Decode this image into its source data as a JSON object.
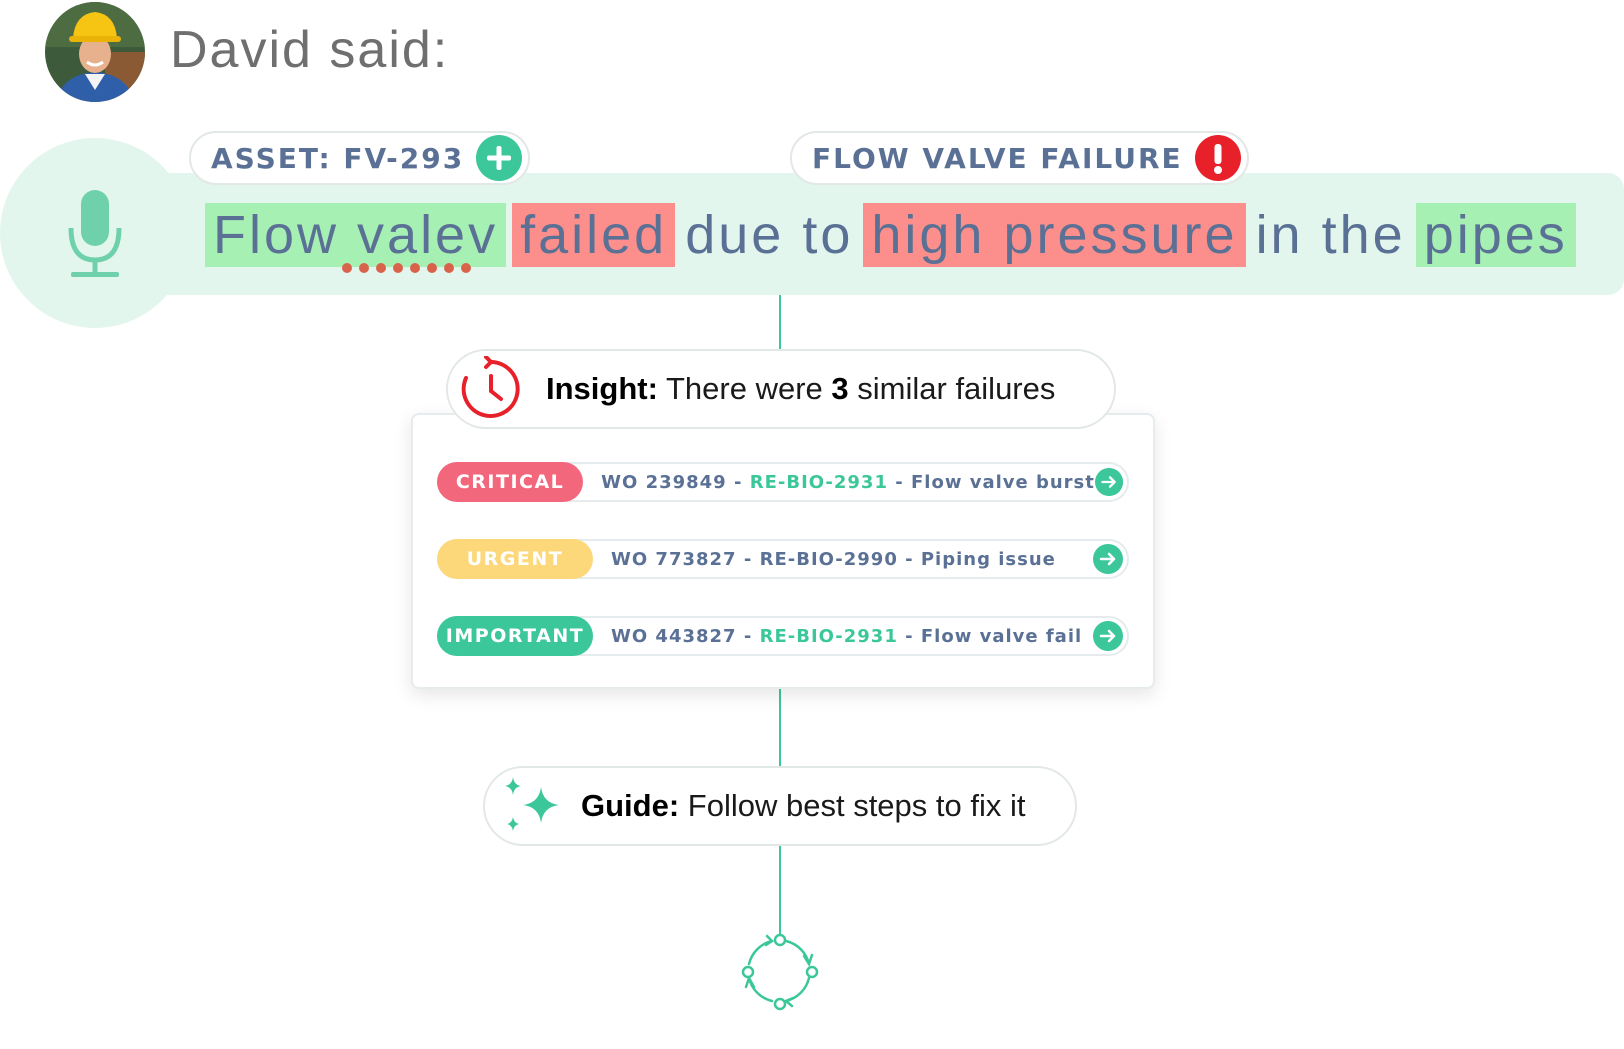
{
  "speaker": {
    "name_line": "David said:",
    "avatar_icon": "worker-avatar"
  },
  "transcript": {
    "mic_icon": "microphone-icon",
    "words": [
      {
        "text": "Flow",
        "highlight": "green"
      },
      {
        "text": "valev",
        "highlight": "green",
        "misspelled": true
      },
      {
        "text": "failed",
        "highlight": "red"
      },
      {
        "text": "due",
        "highlight": "none"
      },
      {
        "text": "to",
        "highlight": "none"
      },
      {
        "text": "high pressure",
        "highlight": "red"
      },
      {
        "text": "in",
        "highlight": "none"
      },
      {
        "text": "the",
        "highlight": "none"
      },
      {
        "text": "pipes",
        "highlight": "green"
      }
    ]
  },
  "tags": {
    "asset": {
      "label": "ASSET: FV-293",
      "icon": "plus-circle-icon"
    },
    "failure": {
      "label": "FLOW VALVE FAILURE",
      "icon": "alert-circle-icon"
    }
  },
  "insight": {
    "icon": "history-clock-icon",
    "label": "Insight:",
    "text_before": "There were",
    "count": "3",
    "text_after": "similar failures",
    "rows": [
      {
        "badge": "CRITICAL",
        "badge_color": "#f3677c",
        "wo": "WO 239849",
        "code": "RE-BIO-2931",
        "code_highlight": true,
        "desc": "Flow valve burst"
      },
      {
        "badge": "URGENT",
        "badge_color": "#fcd87a",
        "wo": "WO 773827",
        "code": "RE-BIO-2990",
        "code_highlight": false,
        "desc": "Piping issue"
      },
      {
        "badge": "IMPORTANT",
        "badge_color": "#3cc79a",
        "wo": "WO 443827",
        "code": "RE-BIO-2931",
        "code_highlight": true,
        "desc": "Flow valve fail"
      }
    ],
    "row_separator": " - "
  },
  "guide": {
    "icon": "sparkles-icon",
    "label": "Guide:",
    "text": "Follow best steps to fix it"
  },
  "cycle_icon": "cycle-icon",
  "colors": {
    "accent": "#3cc79a",
    "text": "#5a7195",
    "highlight_green": "#a7f0b4",
    "highlight_red": "#fc8f8b",
    "band": "#e3f6ee",
    "alert": "#e8202a"
  }
}
